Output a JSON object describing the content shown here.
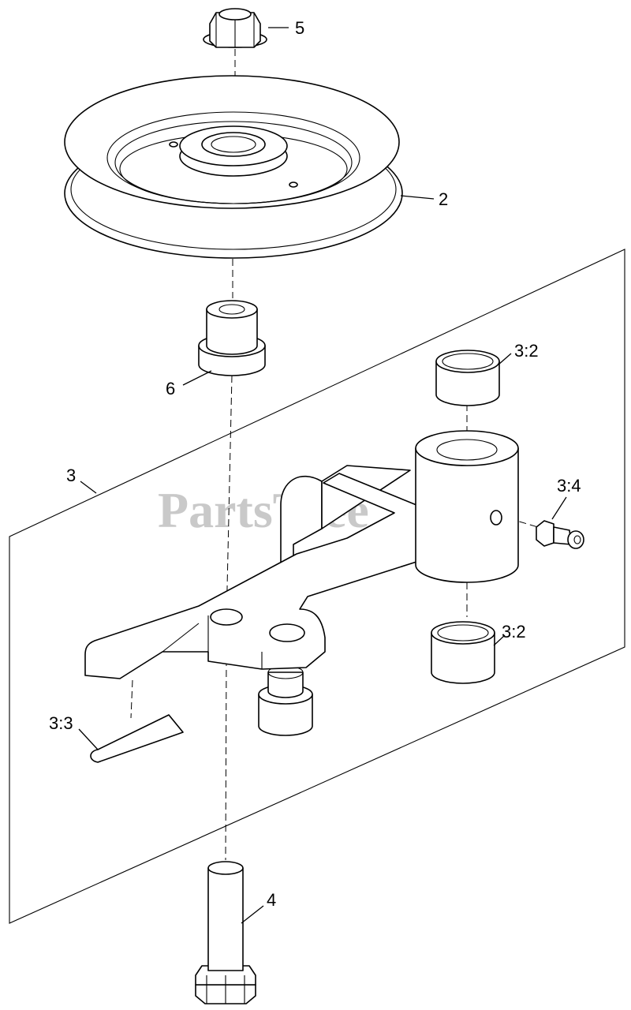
{
  "diagram": {
    "watermark": {
      "text": "PartsTree",
      "trademark": "TM",
      "color": "#c9c9c9"
    },
    "callouts": {
      "nut": "5",
      "pulley": "2",
      "spacer": "6",
      "idler_arm_assembly": "3",
      "bushing_top": "3:2",
      "grease_fitting": "3:4",
      "bushing_bottom": "3:2",
      "decal": "3:3",
      "bolt": "4"
    }
  }
}
